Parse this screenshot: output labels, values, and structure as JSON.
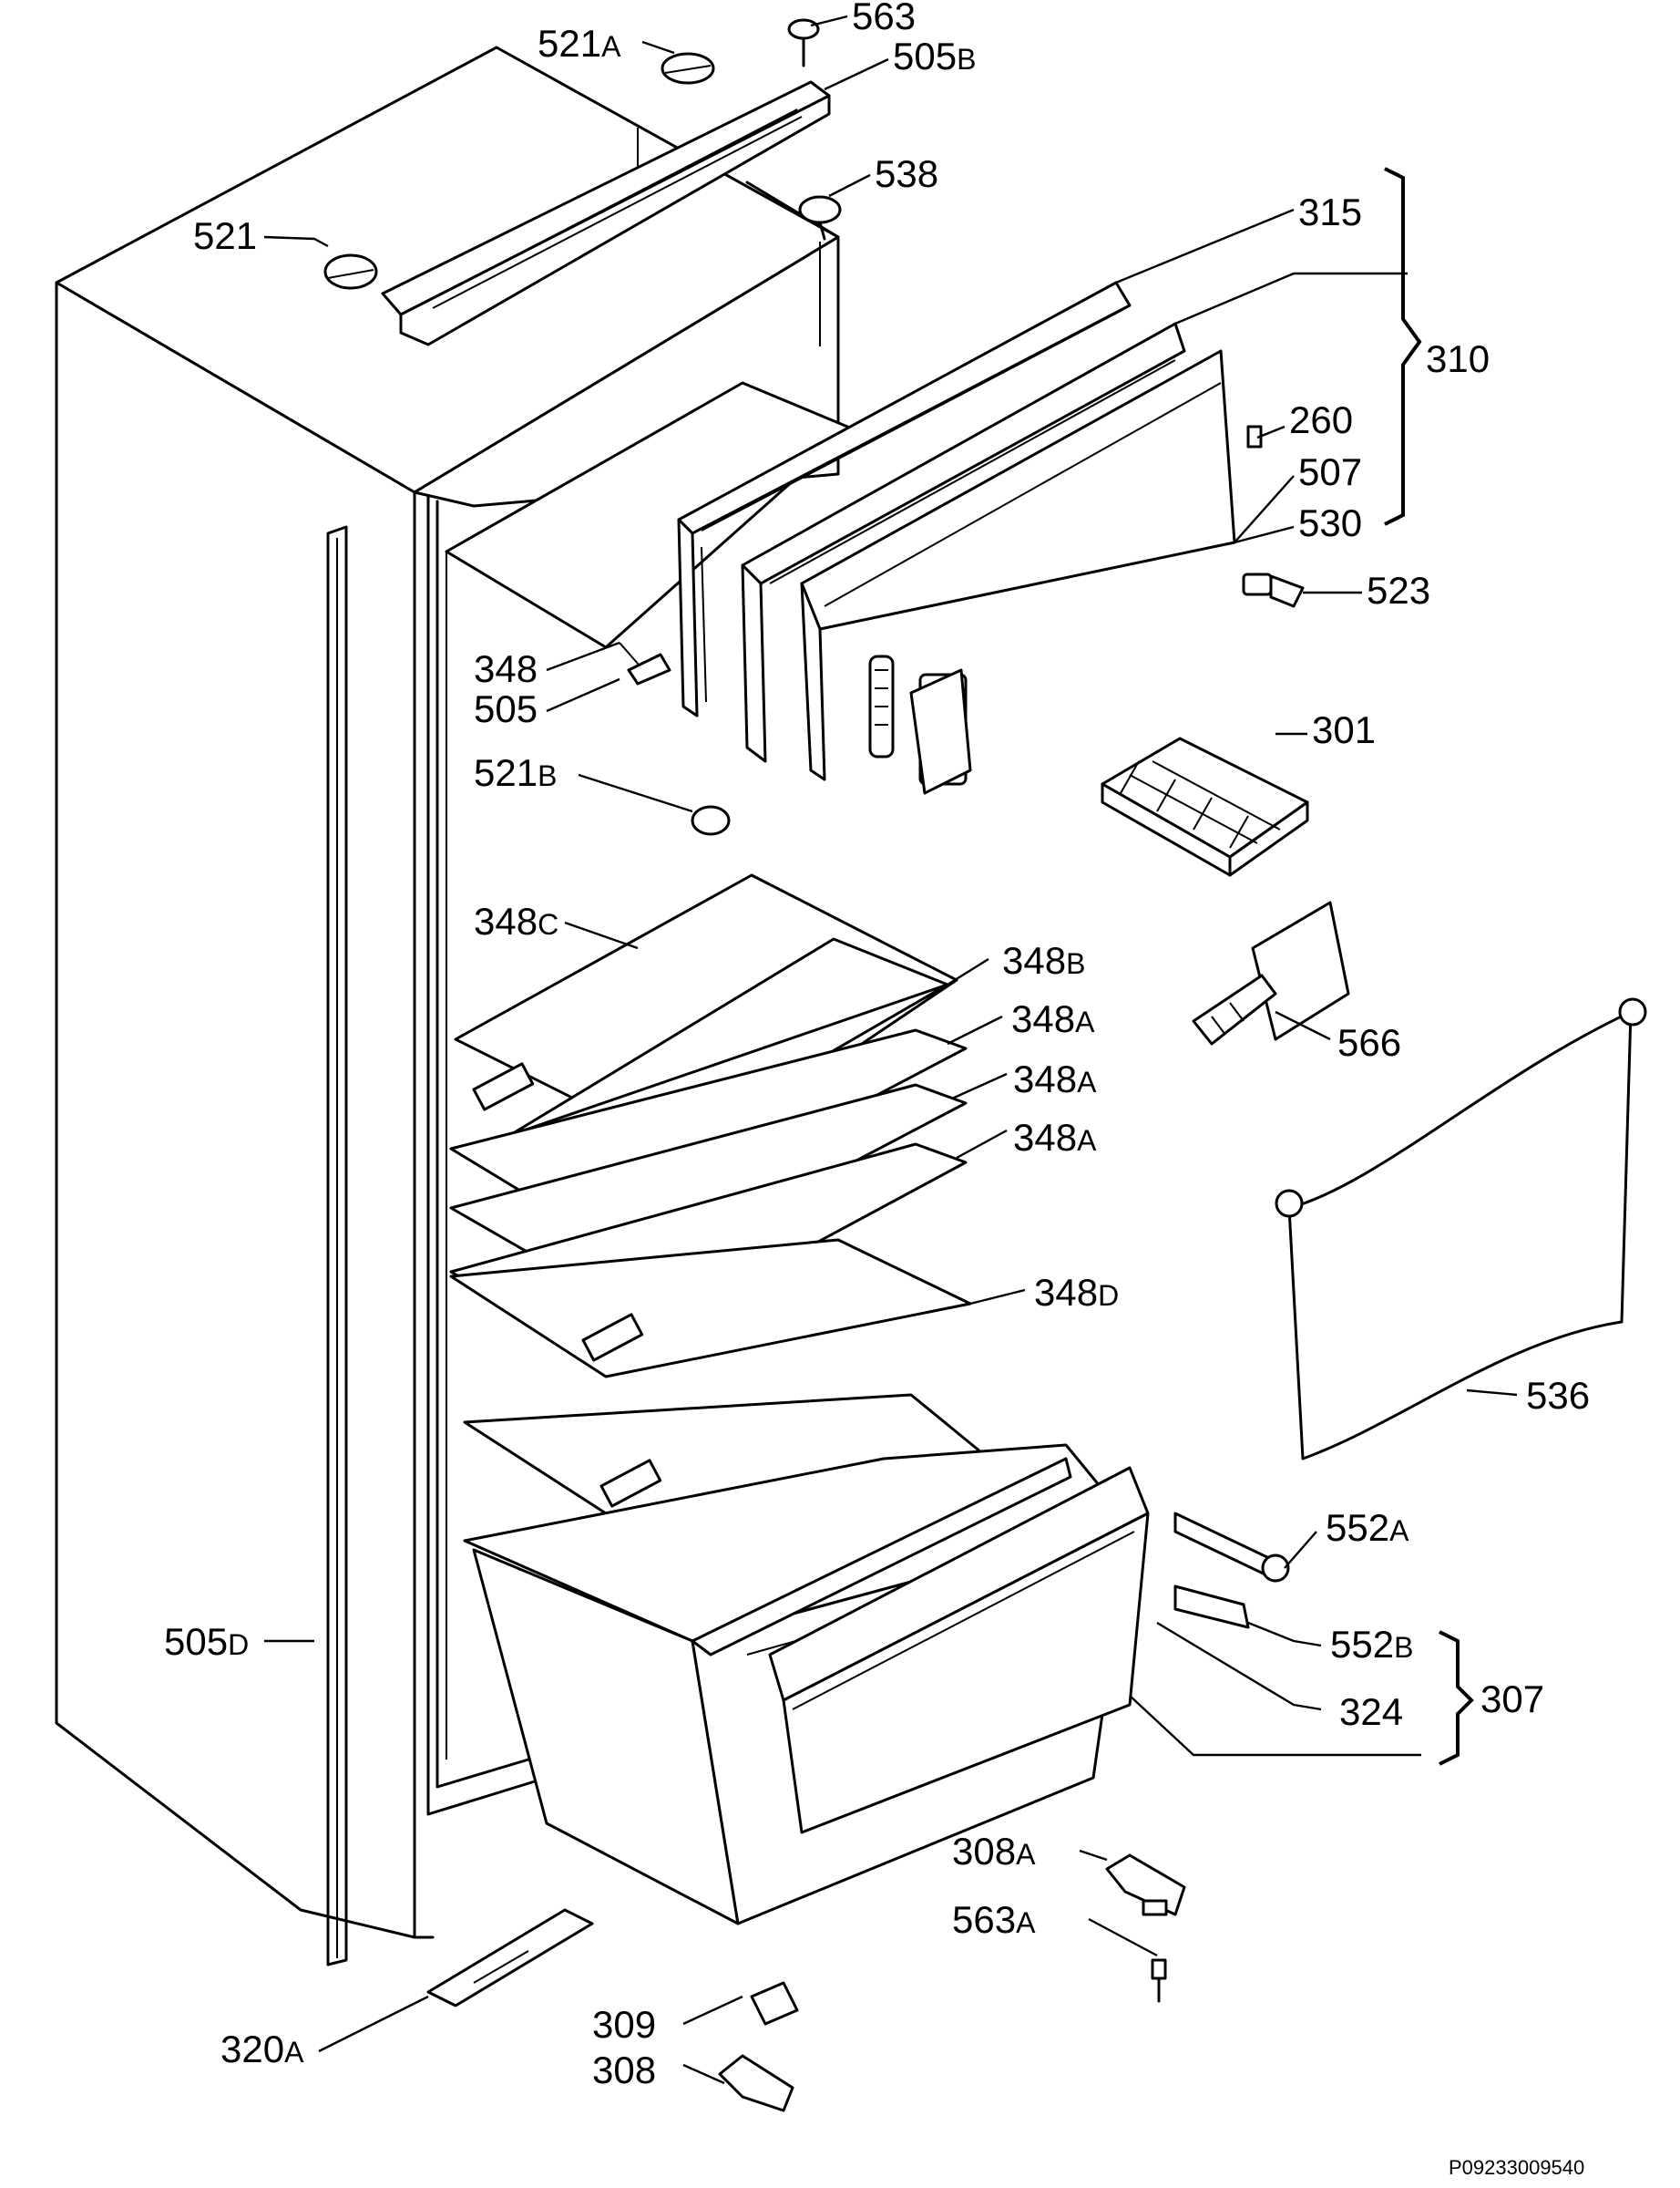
{
  "document_id": "P09233009540",
  "callouts": [
    {
      "id": "c563",
      "num": "563",
      "suffix": ""
    },
    {
      "id": "c521a",
      "num": "521",
      "suffix": "A"
    },
    {
      "id": "c505b",
      "num": "505",
      "suffix": "B"
    },
    {
      "id": "c538",
      "num": "538",
      "suffix": ""
    },
    {
      "id": "c521",
      "num": "521",
      "suffix": ""
    },
    {
      "id": "c315",
      "num": "315",
      "suffix": ""
    },
    {
      "id": "c310",
      "num": "310",
      "suffix": ""
    },
    {
      "id": "c260",
      "num": "260",
      "suffix": ""
    },
    {
      "id": "c507",
      "num": "507",
      "suffix": ""
    },
    {
      "id": "c530",
      "num": "530",
      "suffix": ""
    },
    {
      "id": "c523",
      "num": "523",
      "suffix": ""
    },
    {
      "id": "c348",
      "num": "348",
      "suffix": ""
    },
    {
      "id": "c505",
      "num": "505",
      "suffix": ""
    },
    {
      "id": "c301",
      "num": "301",
      "suffix": ""
    },
    {
      "id": "c521b",
      "num": "521",
      "suffix": "B"
    },
    {
      "id": "c348c",
      "num": "348",
      "suffix": "C"
    },
    {
      "id": "c348b",
      "num": "348",
      "suffix": "B"
    },
    {
      "id": "c348a1",
      "num": "348",
      "suffix": "A"
    },
    {
      "id": "c348a2",
      "num": "348",
      "suffix": "A"
    },
    {
      "id": "c348a3",
      "num": "348",
      "suffix": "A"
    },
    {
      "id": "c566",
      "num": "566",
      "suffix": ""
    },
    {
      "id": "c348d",
      "num": "348",
      "suffix": "D"
    },
    {
      "id": "c536",
      "num": "536",
      "suffix": ""
    },
    {
      "id": "c552a",
      "num": "552",
      "suffix": "A"
    },
    {
      "id": "c505d",
      "num": "505",
      "suffix": "D"
    },
    {
      "id": "c552b",
      "num": "552",
      "suffix": "B"
    },
    {
      "id": "c307",
      "num": "307",
      "suffix": ""
    },
    {
      "id": "c324",
      "num": "324",
      "suffix": ""
    },
    {
      "id": "c308a",
      "num": "308",
      "suffix": "A"
    },
    {
      "id": "c563a",
      "num": "563",
      "suffix": "A"
    },
    {
      "id": "c320a",
      "num": "320",
      "suffix": "A"
    },
    {
      "id": "c309",
      "num": "309",
      "suffix": ""
    },
    {
      "id": "c308",
      "num": "308",
      "suffix": ""
    }
  ]
}
